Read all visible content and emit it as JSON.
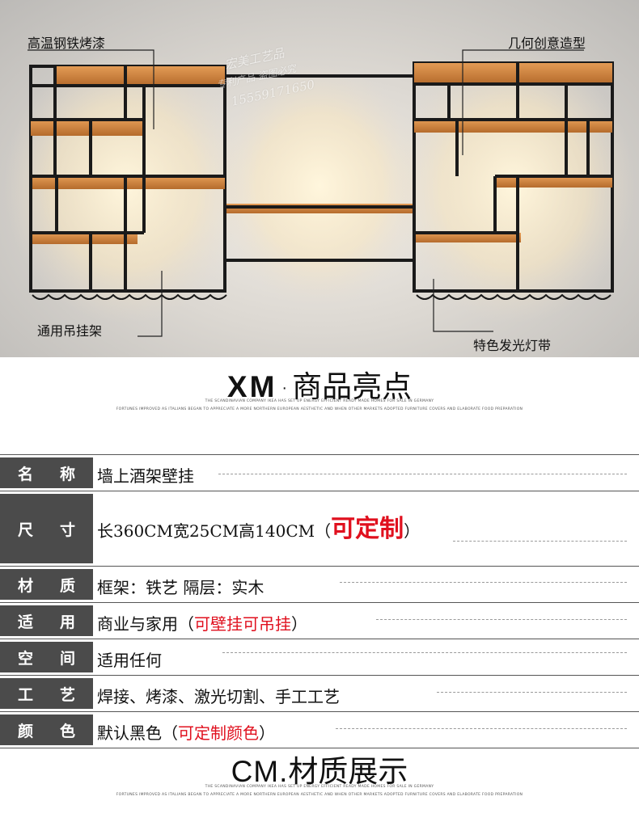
{
  "hero": {
    "callouts": {
      "top_left": "高温钢铁烤漆",
      "top_right": "几何创意造型",
      "bottom_left": "通用吊挂架",
      "bottom_right": "特色发光灯带"
    },
    "watermark": {
      "line1": "宏美工艺品",
      "line2": "专利产品 盗图必究",
      "line3": "15559171650"
    }
  },
  "highlights": {
    "latin": "XM",
    "dot": "·",
    "title": "商品亮点",
    "fine1": "THE SCANDINAVIAN COMPANY IKEA HAS SET UP ENERGY EFFICIENT READY MADE HOMES FOR SALE IN GERMANY",
    "fine2": "FORTUNES IMPROVED AS ITALIANS BEGAN TO APPRECIATE A MORE NORTHERN EUROPEAN AESTHETIC AND WHEN OTHER MARKETS ADOPTED FURNITURE COVERS AND ELABORATE FOOD PREPARATION"
  },
  "specs": [
    {
      "k1": "名",
      "k2": "称",
      "value": "墙上酒架壁挂"
    },
    {
      "k1": "尺",
      "k2": "寸",
      "value": "长360CM宽25CM高140CM（",
      "highlight": "可定制",
      "suffix": "）"
    },
    {
      "k1": "材",
      "k2": "质",
      "value": "框架：铁艺 隔层：实木"
    },
    {
      "k1": "适",
      "k2": "用",
      "value": "商业与家用（",
      "highlight": "可壁挂可吊挂",
      "suffix": "）"
    },
    {
      "k1": "空",
      "k2": "间",
      "value": "适用任何"
    },
    {
      "k1": "工",
      "k2": "艺",
      "value": "焊接、烤漆、激光切割、手工工艺"
    },
    {
      "k1": "颜",
      "k2": "色",
      "value": "默认黑色（",
      "highlight": "可定制颜色",
      "suffix": "）"
    }
  ],
  "material": {
    "latin": "CM.",
    "title": "材质展示",
    "fine1": "THE SCANDINAVIAN COMPANY IKEA HAS SET UP ENERGY EFFICIENT READY MADE HOMES FOR SALE IN GERMANY",
    "fine2": "FORTUNES IMPROVED AS ITALIANS BEGAN TO APPRECIATE A MORE NORTHERN EUROPEAN AESTHETIC AND WHEN OTHER MARKETS ADOPTED FURNITURE COVERS AND ELABORATE FOOD PREPARATION"
  },
  "colors": {
    "label_bg": "#4b4b4b",
    "highlight": "#e0101e",
    "frame": "#1a1a1a",
    "shelf": "#c9803f"
  }
}
